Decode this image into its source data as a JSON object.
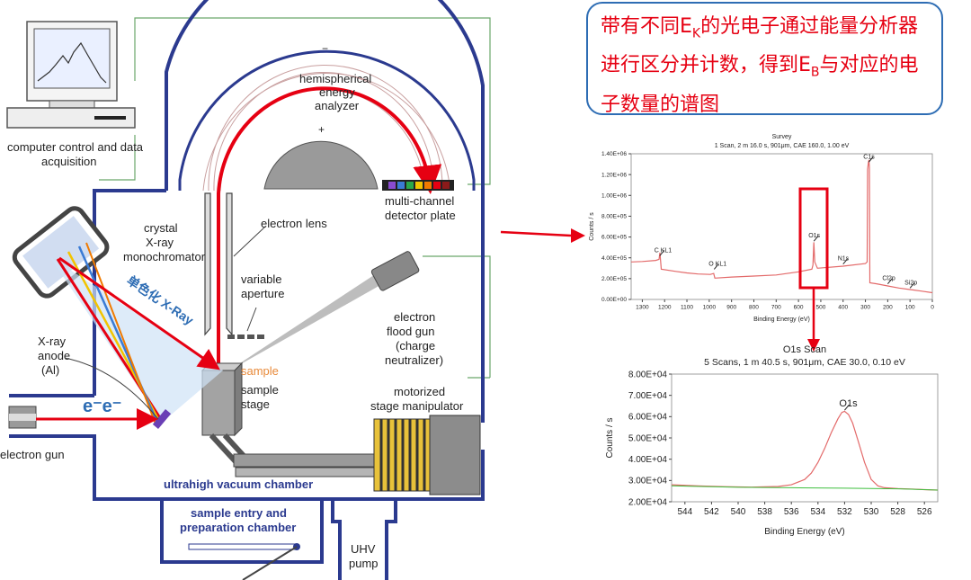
{
  "callout": {
    "part1": "带有不同E",
    "sub1": "K",
    "part2": "的光电子通过能量分析器进行区分并计数，得到E",
    "sub2": "B",
    "part3": "与对应的电子数量的谱图"
  },
  "labels": {
    "computer": "computer control and data",
    "computer2": "acquisition",
    "hemi1": "hemispherical",
    "hemi2": "energy",
    "hemi3": "analyzer",
    "minus": "−",
    "plus": "+",
    "detector1": "multi-channel",
    "detector2": "detector plate",
    "crystal1": "crystal",
    "crystal2": "X-ray",
    "crystal3": "monochromator",
    "lens": "electron lens",
    "aperture1": "variable",
    "aperture2": "aperture",
    "mono_xray": "单色化 X-Ray",
    "anode1": "X-ray",
    "anode2": "anode",
    "anode3": "(Al)",
    "electrons": "e⁻e⁻",
    "gun": "electron gun",
    "sample": "sample",
    "stage1": "sample",
    "stage2": "stage",
    "flood1": "electron",
    "flood2": "flood gun",
    "flood3": "(charge",
    "flood4": "neutralizer)",
    "motor1": "motorized",
    "motor2": "stage manipulator",
    "uhv_chamber": "ultrahigh vacuum chamber",
    "entry1": "sample entry and",
    "entry2": "preparation chamber",
    "pump1": "UHV",
    "pump2": "pump"
  },
  "colors": {
    "accent_red": "#e60012",
    "chamber_blue": "#2b3a8f",
    "callout_border": "#2e6db4",
    "spectrum_line": "#e36a6a",
    "background_line": "#3fbf3f"
  },
  "chart_data": [
    {
      "type": "line",
      "title": "Survey",
      "subtitle": "1 Scan,  2 m 16.0 s,  901μm,  CAE 160.0,  1.00 eV",
      "xlabel": "Binding Energy (eV)",
      "ylabel": "Counts / s",
      "xlim": [
        1350,
        0
      ],
      "ylim": [
        0,
        1400000
      ],
      "xticks": [
        1300,
        1200,
        1100,
        1000,
        900,
        800,
        700,
        600,
        500,
        400,
        300,
        200,
        100,
        0
      ],
      "yticks": [
        0,
        200000,
        400000,
        600000,
        800000,
        1000000,
        1200000,
        1400000
      ],
      "ytick_labels": [
        "0.00E+00",
        "2.00E+05",
        "4.00E+05",
        "6.00E+05",
        "8.00E+05",
        "1.00E+06",
        "1.20E+06",
        "1.40E+06"
      ],
      "series": [
        {
          "x": [
            1350,
            1300,
            1240,
            1225,
            1221,
            1215,
            1150,
            1100,
            1050,
            995,
            980,
            975,
            900,
            800,
            700,
            600,
            540,
            535,
            531,
            527,
            515,
            400,
            300,
            292,
            290,
            287,
            284,
            282,
            280,
            250,
            200,
            150,
            100,
            50,
            0
          ],
          "y": [
            360000,
            365000,
            375000,
            385000,
            450000,
            290000,
            270000,
            255000,
            245000,
            240000,
            250000,
            205000,
            215000,
            225000,
            235000,
            265000,
            290000,
            330000,
            550000,
            360000,
            300000,
            320000,
            345000,
            360000,
            1250000,
            1310000,
            1340000,
            1270000,
            160000,
            150000,
            130000,
            110000,
            95000,
            80000,
            65000
          ]
        }
      ],
      "annotations": [
        {
          "text": "C KL1",
          "x": 1222,
          "y": 420000
        },
        {
          "text": "O KL1",
          "x": 978,
          "y": 290000
        },
        {
          "text": "O1s",
          "x": 531,
          "y": 560000
        },
        {
          "text": "N1s",
          "x": 400,
          "y": 340000
        },
        {
          "text": "C1s",
          "x": 285,
          "y": 1320000
        },
        {
          "text": "Cl2p",
          "x": 200,
          "y": 150000
        },
        {
          "text": "Si2p",
          "x": 100,
          "y": 110000
        }
      ]
    },
    {
      "type": "line",
      "title": "O1s Scan",
      "subtitle": "5 Scans,  1 m 40.5 s,  901μm,  CAE 30.0,  0.10 eV",
      "xlabel": "Binding Energy (eV)",
      "ylabel": "Counts / s",
      "xlim": [
        545,
        525
      ],
      "ylim": [
        20000,
        80000
      ],
      "xticks": [
        544,
        542,
        540,
        538,
        536,
        534,
        532,
        530,
        528,
        526
      ],
      "yticks": [
        20000,
        30000,
        40000,
        50000,
        60000,
        70000,
        80000
      ],
      "ytick_labels": [
        "2.00E+04",
        "3.00E+04",
        "4.00E+04",
        "5.00E+04",
        "6.00E+04",
        "7.00E+04",
        "8.00E+04"
      ],
      "series": [
        {
          "name": "",
          "x": [
            545,
            543,
            541,
            539,
            537,
            536,
            535,
            534.5,
            534,
            533.5,
            533,
            532.5,
            532.2,
            532,
            531.7,
            531.4,
            531,
            530.5,
            530,
            529.5,
            529,
            528,
            527,
            526,
            525
          ],
          "y": [
            28000,
            27500,
            27100,
            26900,
            27200,
            28000,
            30500,
            33500,
            38500,
            45000,
            52500,
            59000,
            62000,
            62500,
            61000,
            57000,
            49000,
            38500,
            30500,
            27500,
            26600,
            26200,
            26000,
            25700,
            25500
          ]
        },
        {
          "name": "",
          "x": [
            545,
            540,
            536,
            532,
            528,
            525
          ],
          "y": [
            27500,
            26800,
            26600,
            26400,
            26100,
            25500
          ]
        }
      ],
      "annotations": [
        {
          "text": "O1s",
          "x": 532,
          "y": 63000
        }
      ]
    }
  ]
}
